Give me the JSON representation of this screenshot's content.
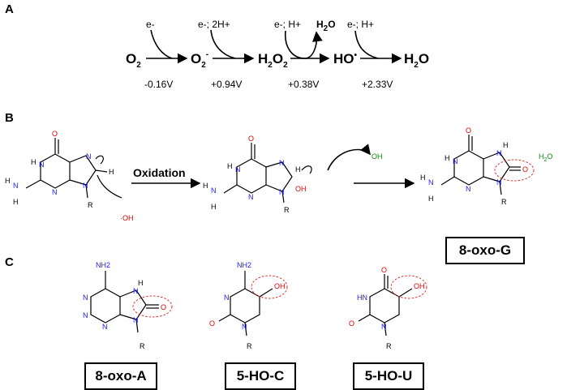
{
  "panels": {
    "a": "A",
    "b": "B",
    "c": "C"
  },
  "panel_a": {
    "species": [
      {
        "base": "O",
        "sub": "2",
        "sup": ""
      },
      {
        "base": "O",
        "sub": "2",
        "sup": "-"
      },
      {
        "base": "H",
        "sub": "2",
        "sup": ""
      },
      {
        "base": "HO",
        "sub": "",
        "sup": "•"
      },
      {
        "base": "H",
        "sub": "2",
        "sup": ""
      }
    ],
    "species_text": [
      "O2",
      "O2-",
      "H2O2",
      "HO•",
      "H2O"
    ],
    "reagents": [
      "e-",
      "e-; 2H+",
      "e-; H+",
      "e-; H+"
    ],
    "byproduct": "H2O",
    "potentials": [
      "-0.16V",
      "+0.94V",
      "+0.38V",
      "+2.33V"
    ]
  },
  "panel_b": {
    "step_label": "Oxidation",
    "hydroxyl": "·OH",
    "oh_green": "OH",
    "water": "H2O",
    "product": "8-oxo-G"
  },
  "panel_c": {
    "labels": [
      "8-oxo-A",
      "5-HO-C",
      "5-HO-U"
    ],
    "nh2": "NH2",
    "oh": "OH"
  },
  "colors": {
    "nitrogen": "#1a1aff",
    "oxygen": "#e00000",
    "green": "#0a8a0a",
    "halo": "#e03030"
  }
}
